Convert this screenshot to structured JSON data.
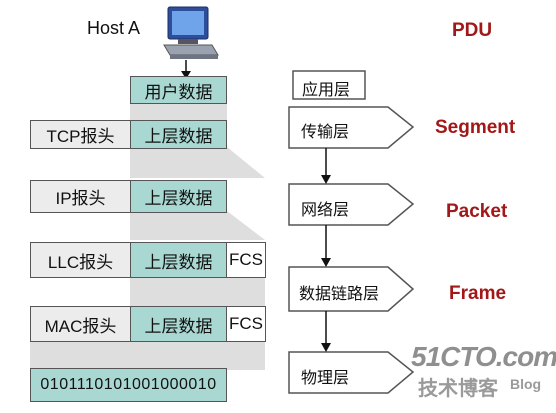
{
  "host_label": "Host A",
  "pdu_header": "PDU",
  "encapsulation": {
    "user_data": "用户数据",
    "rows": [
      {
        "header": "TCP报头",
        "data": "上层数据",
        "trailer": ""
      },
      {
        "header": "IP报头",
        "data": "上层数据",
        "trailer": ""
      },
      {
        "header": "LLC报头",
        "data": "上层数据",
        "trailer": "FCS"
      },
      {
        "header": "MAC报头",
        "data": "上层数据",
        "trailer": "FCS"
      }
    ],
    "bits": "0101110101001000010"
  },
  "layers": [
    "应用层",
    "传输层",
    "网络层",
    "数据链路层",
    "物理层"
  ],
  "pdu_names": [
    "Segment",
    "Packet",
    "Frame"
  ],
  "watermark": {
    "site": "51CTO.com",
    "blog_cn": "技术博客",
    "blog_en": "Blog"
  },
  "colors": {
    "data_fill": "#a9d8d3",
    "header_fill": "#ececec",
    "pdu_text": "#a21818"
  }
}
